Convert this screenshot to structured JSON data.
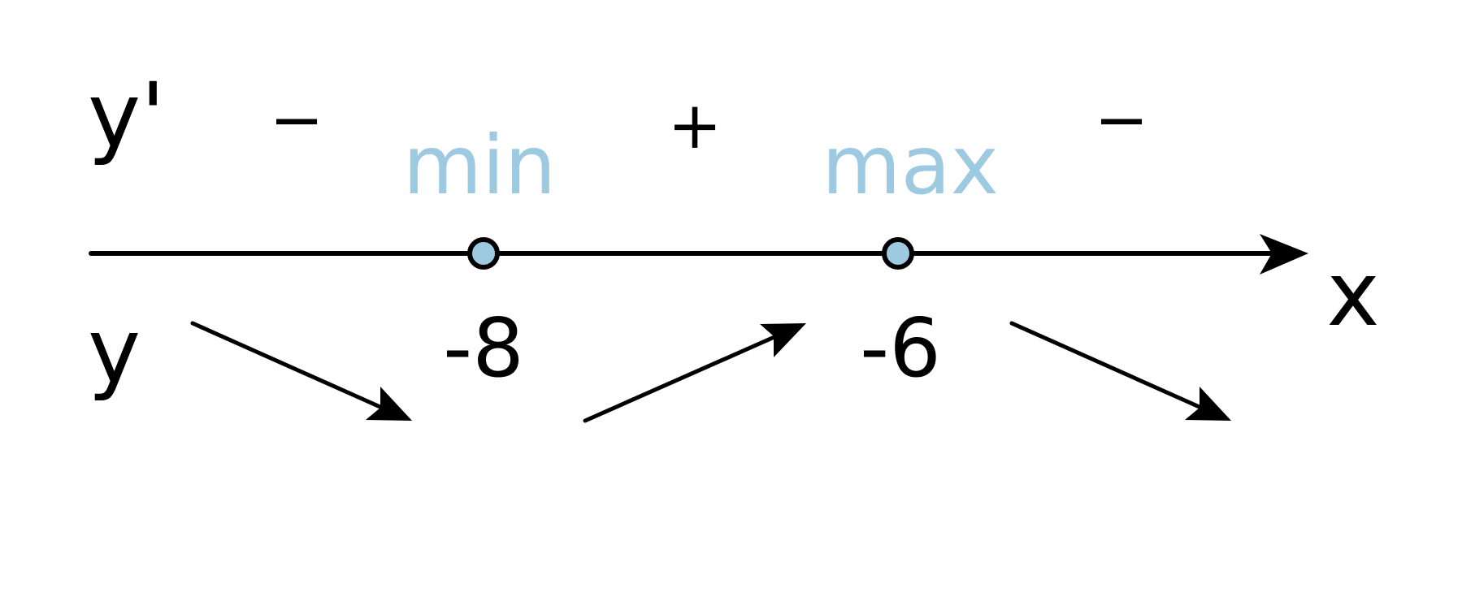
{
  "row_labels": {
    "derivative": "y'",
    "function": "y"
  },
  "axis_label": "x",
  "signs": [
    "−",
    "+",
    "−"
  ],
  "critical_points": [
    {
      "value": "-8",
      "extremum": "min"
    },
    {
      "value": "-6",
      "extremum": "max"
    }
  ],
  "trend_arrows": [
    "decreasing",
    "increasing",
    "decreasing"
  ],
  "colors": {
    "ink": "#000000",
    "accent": "#9ecae1"
  }
}
